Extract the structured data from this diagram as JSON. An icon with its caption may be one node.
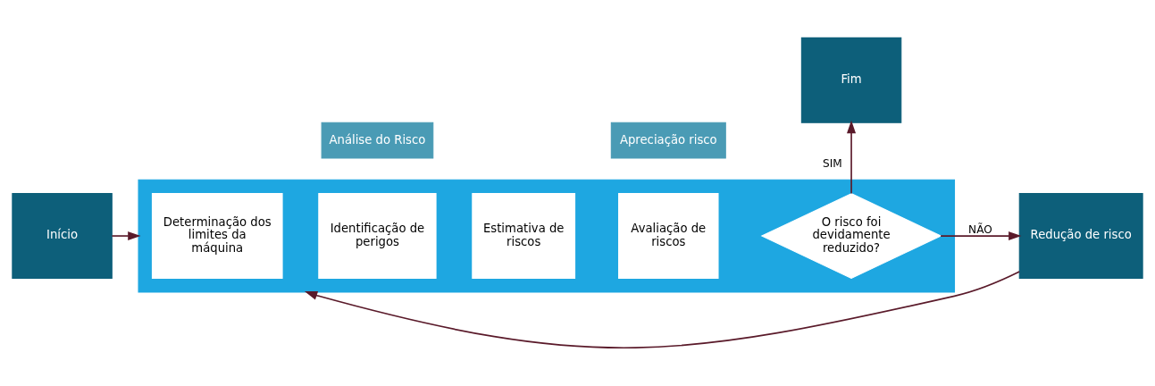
{
  "diagram": {
    "nodes": [
      {
        "text": [
          "Início"
        ]
      },
      {
        "text": [],
        "shape": "box"
      },
      {
        "text": [
          "Determinação dos limites da máquina"
        ],
        "in": 1
      },
      {
        "text": [
          "Identificação de perigos"
        ],
        "in": 1
      },
      {
        "text": [
          "Estimativa de riscos"
        ],
        "in": 1
      },
      {
        "text": [
          "Avaliação de riscos"
        ],
        "in": 1
      },
      {
        "text": [
          "O risco foi devidamente reduzido?"
        ],
        "in": 1
      },
      {
        "text": [
          "Redução de risco"
        ]
      },
      {
        "text": [
          "Fim"
        ]
      }
    ],
    "edges": [
      {
        "from": 0,
        "to": 1,
        "arrow": "to"
      },
      {
        "from": 6,
        "to": 7,
        "arrow": "to",
        "label": "NÃO"
      },
      {
        "from": 6,
        "to": 8,
        "arrow": "to",
        "label": "SIM"
      },
      {
        "from": 7,
        "to": 1,
        "arrow": "to"
      }
    ],
    "labels": [
      "Apreciação risco",
      "Análise do Risco"
    ]
  }
}
